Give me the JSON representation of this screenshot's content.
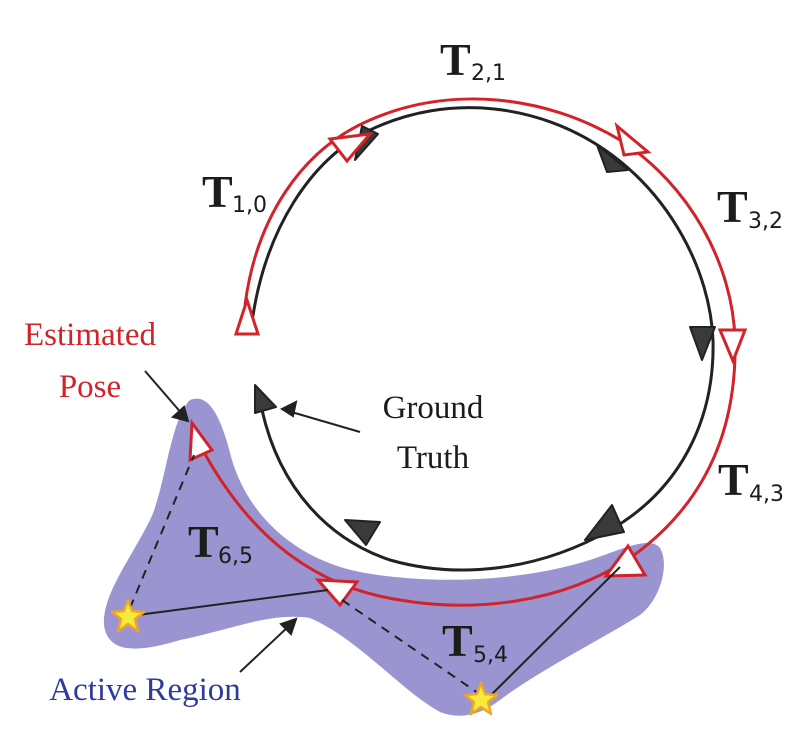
{
  "colors": {
    "estimated": "#d2232a",
    "ground_truth": "#222222",
    "ground_truth_fill": "#3a3a3a",
    "active_region_fill": "#9a95d0",
    "active_region_label": "#2e3a9c",
    "star_fill": "#f7ec3a",
    "star_stroke": "#f0a52a",
    "text": "#1c1c1c"
  },
  "labels": {
    "estimated_pose": [
      "Estimated",
      "Pose"
    ],
    "ground_truth": [
      "Ground",
      "Truth"
    ],
    "active_region": "Active Region"
  },
  "transforms": [
    {
      "id": "t10",
      "main": "T",
      "sub": "1,0"
    },
    {
      "id": "t21",
      "main": "T",
      "sub": "2,1"
    },
    {
      "id": "t32",
      "main": "T",
      "sub": "3,2"
    },
    {
      "id": "t43",
      "main": "T",
      "sub": "4,3"
    },
    {
      "id": "t54",
      "main": "T",
      "sub": "5,4"
    },
    {
      "id": "t65",
      "main": "T",
      "sub": "6,5"
    }
  ],
  "legend_items": [
    {
      "name": "estimated-trajectory",
      "marker": "hollow-red-triangle"
    },
    {
      "name": "ground-truth-trajectory",
      "marker": "filled-dark-triangle"
    },
    {
      "name": "landmark",
      "marker": "yellow-star"
    }
  ]
}
